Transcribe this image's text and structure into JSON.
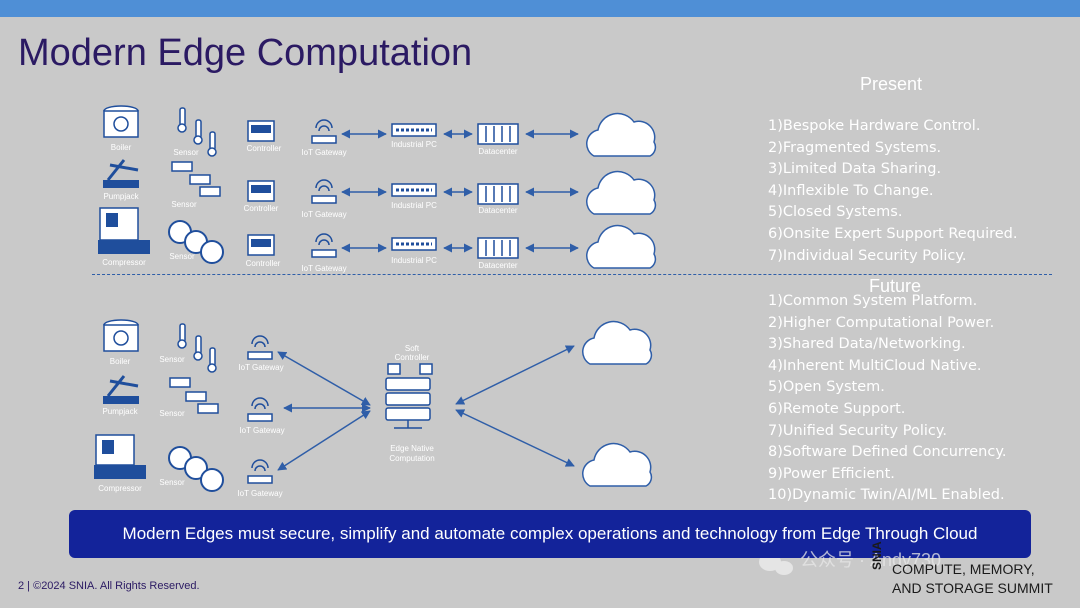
{
  "slide": {
    "title": "Modern Edge Computation",
    "banner": "Modern Edges must secure, simplify and automate complex operations and technology from Edge Through Cloud",
    "footer": "2 | ©2024 SNIA. All Rights Reserved.",
    "brand_vertical": "SNIA",
    "brand_lines": [
      "COMPUTE, MEMORY,",
      "AND STORAGE SUMMIT"
    ],
    "watermark": "公众号 · Andy730"
  },
  "present": {
    "heading": "Present",
    "items": [
      "1)Bespoke Hardware Control.",
      "2)Fragmented Systems.",
      "3)Limited Data Sharing.",
      "4)Inflexible To Change.",
      "5)Closed Systems.",
      "6)Onsite Expert Support Required.",
      "7)Individual Security Policy."
    ]
  },
  "future": {
    "heading": "Future",
    "items": [
      "1)Common System Platform.",
      "2)Higher Computational Power.",
      "3)Shared Data/Networking.",
      "4)Inherent MultiCloud Native.",
      "5)Open System.",
      "6)Remote Support.",
      "7)Unified Security Policy.",
      "8)Software Defined Concurrency.",
      "9)Power Efficient.",
      "10)Dynamic Twin/AI/ML Enabled."
    ]
  },
  "diagram_labels": {
    "boiler": "Boiler",
    "pumpjack": "Pumpjack",
    "compressor": "Compressor",
    "sensor": "Sensor",
    "controller": "Controller",
    "iot_gateway": "IoT Gateway",
    "industrial_pc": "Industrial PC",
    "datacenter": "Datacenter",
    "soft_controller": "Soft Controller",
    "edge_native": "Edge Native Computation"
  },
  "colors": {
    "accent_bar": "#4f8fd6",
    "title": "#2b1a63",
    "banner": "#13239a",
    "icon_blue": "#1f4e9c",
    "arrow": "#2f5ea8"
  }
}
